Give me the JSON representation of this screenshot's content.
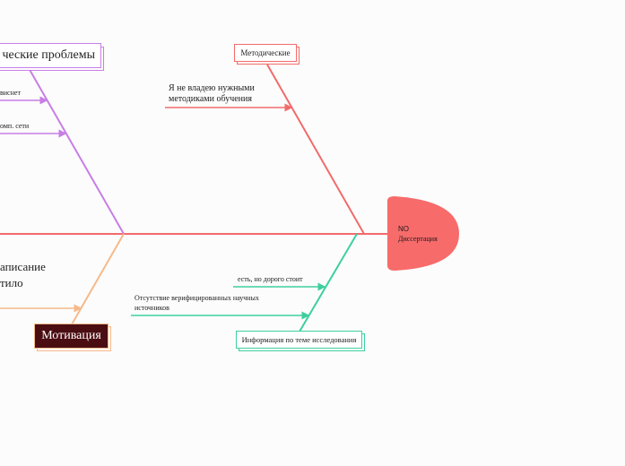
{
  "head": {
    "code": "NO",
    "title": "Диссертация",
    "color": "#f76b6b"
  },
  "branches": {
    "technical": {
      "label": "ческие проблемы",
      "color": "#c77ee6",
      "causes": [
        "виснет",
        "омп. сети"
      ]
    },
    "methodical": {
      "label": "Методические",
      "color": "#f26b6b",
      "causes": [
        "Я не владею нужными\nметодиками обучения"
      ]
    },
    "motivation": {
      "label": "Мотивация",
      "color": "#f6b98a",
      "box_color": "#4a0d12",
      "causes": [
        "аписание",
        "тило"
      ]
    },
    "information": {
      "label": "Информация по теме исследования",
      "color": "#3ecf9f",
      "causes": [
        "есть, но дорого стоит",
        "Отсутствие верифицированных научных\nисточников"
      ]
    }
  },
  "spine_color": "#f26b6b"
}
